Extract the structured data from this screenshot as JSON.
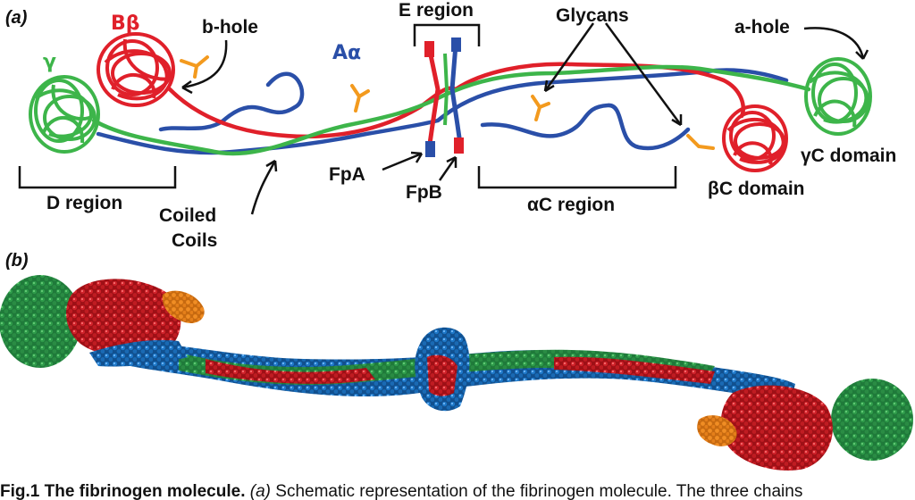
{
  "figure": {
    "panel_a": "(a)",
    "panel_b": "(b)",
    "labels": {
      "gamma": "γ",
      "b_beta": "Bβ",
      "b_hole": "b-hole",
      "a_alpha": "Aα",
      "e_region": "E region",
      "glycans": "Glycans",
      "a_hole": "a-hole",
      "gamma_c_domain": "γC domain",
      "beta_c_domain": "βC domain",
      "d_region": "D region",
      "coiled_coils_1": "Coiled",
      "coiled_coils_2": "Coils",
      "fpa": "FpA",
      "fpb": "FpB",
      "alpha_c_region": "αC region"
    },
    "colors": {
      "alpha_chain": "#2a4fa8",
      "beta_chain": "#e0202a",
      "gamma_chain": "#3db54a",
      "glycan": "#f39a1e",
      "text": "#111111"
    },
    "caption": {
      "fig": "Fig.1",
      "title": "The fibrinogen molecule.",
      "part": "(a)",
      "text": "Schematic representation of the fibrinogen molecule. The three chains"
    }
  }
}
